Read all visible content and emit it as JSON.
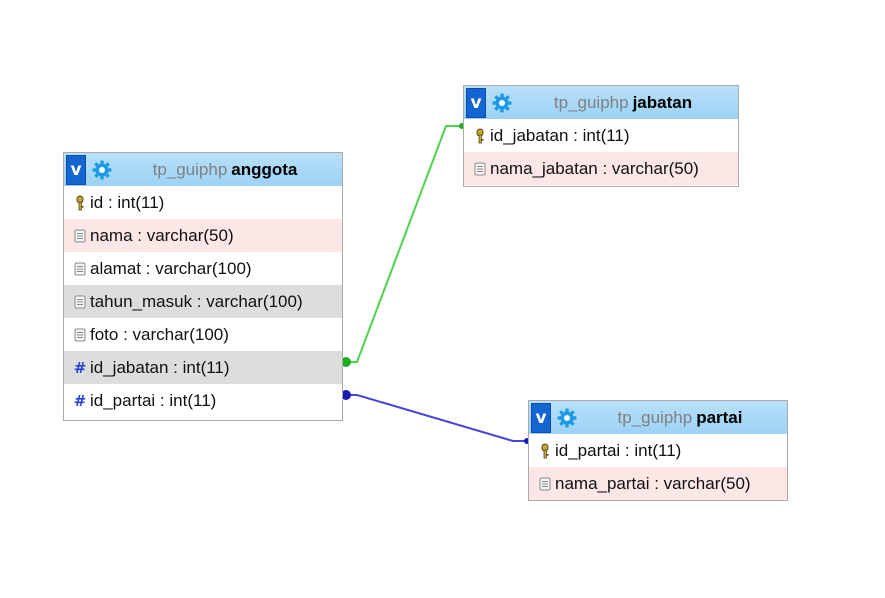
{
  "tables": {
    "anggota": {
      "db": "tp_guiphp",
      "name": "anggota",
      "toggle": "v",
      "columns": [
        {
          "label": "id : int(11)",
          "icon": "key-icon"
        },
        {
          "label": "nama : varchar(50)",
          "icon": "column-icon"
        },
        {
          "label": "alamat : varchar(100)",
          "icon": "column-icon"
        },
        {
          "label": "tahun_masuk : varchar(100)",
          "icon": "column-icon"
        },
        {
          "label": "foto : varchar(100)",
          "icon": "column-icon"
        },
        {
          "label": "id_jabatan : int(11)",
          "icon": "hash-icon"
        },
        {
          "label": "id_partai : int(11)",
          "icon": "hash-icon"
        }
      ]
    },
    "jabatan": {
      "db": "tp_guiphp",
      "name": "jabatan",
      "toggle": "v",
      "columns": [
        {
          "label": "id_jabatan : int(11)",
          "icon": "key-icon"
        },
        {
          "label": "nama_jabatan : varchar(50)",
          "icon": "column-icon"
        }
      ]
    },
    "partai": {
      "db": "tp_guiphp",
      "name": "partai",
      "toggle": "v",
      "columns": [
        {
          "label": "id_partai : int(11)",
          "icon": "key-icon"
        },
        {
          "label": "nama_partai : varchar(50)",
          "icon": "column-icon"
        }
      ]
    }
  },
  "colors": {
    "header": "#9cd2f5",
    "toggle": "#1464d2",
    "gear": "#1e9be6",
    "relation_jabatan": "#33cc33",
    "relation_partai": "#2a2ad0",
    "row_pink": "#fde6e6",
    "row_gray": "#dddddd"
  }
}
